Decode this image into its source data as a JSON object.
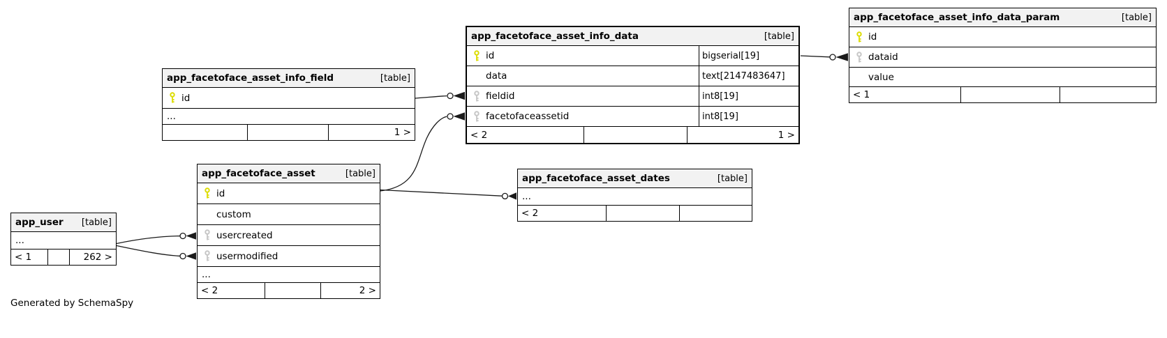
{
  "note": "Generated by SchemaSpy",
  "colors": {
    "header_bg": "#f2f2f2",
    "border": "#000000",
    "primary_key": "#dcdc00",
    "foreign_key": "#c6c6c6",
    "edge": "#1a1a1a",
    "background": "#ffffff"
  },
  "tables": {
    "info_field": {
      "name": "app_facetoface_asset_info_field",
      "tag": "[table]",
      "columns": [
        {
          "key": "pk",
          "name": "id"
        }
      ],
      "more": "...",
      "footer": [
        "",
        "",
        "1 >"
      ]
    },
    "info_data": {
      "name": "app_facetoface_asset_info_data",
      "tag": "[table]",
      "columns": [
        {
          "key": "pk",
          "name": "id",
          "type": "bigserial[19]"
        },
        {
          "key": "",
          "name": "data",
          "type": "text[2147483647]"
        },
        {
          "key": "fk",
          "name": "fieldid",
          "type": "int8[19]"
        },
        {
          "key": "fk",
          "name": "facetofaceassetid",
          "type": "int8[19]"
        }
      ],
      "footer": [
        "< 2",
        "",
        "1 >"
      ]
    },
    "param": {
      "name": "app_facetoface_asset_info_data_param",
      "tag": "[table]",
      "columns": [
        {
          "key": "pk",
          "name": "id"
        },
        {
          "key": "fk",
          "name": "dataid"
        },
        {
          "key": "",
          "name": "value"
        }
      ],
      "footer": [
        "< 1",
        "",
        ""
      ]
    },
    "asset": {
      "name": "app_facetoface_asset",
      "tag": "[table]",
      "columns": [
        {
          "key": "pk",
          "name": "id"
        },
        {
          "key": "",
          "name": "custom"
        },
        {
          "key": "fk",
          "name": "usercreated"
        },
        {
          "key": "fk",
          "name": "usermodified"
        }
      ],
      "more": "...",
      "footer": [
        "< 2",
        "",
        "2 >"
      ]
    },
    "dates": {
      "name": "app_facetoface_asset_dates",
      "tag": "[table]",
      "more": "...",
      "footer": [
        "< 2",
        "",
        ""
      ]
    },
    "app_user": {
      "name": "app_user",
      "tag": "[table]",
      "more": "...",
      "footer": [
        "< 1",
        "",
        "262 >"
      ]
    }
  },
  "relationships": [
    {
      "parent": "app_facetoface_asset_info_field.id",
      "child": "app_facetoface_asset_info_data.fieldid"
    },
    {
      "parent": "app_facetoface_asset.id",
      "child": "app_facetoface_asset_info_data.facetofaceassetid"
    },
    {
      "parent": "app_facetoface_asset.id",
      "child": "app_facetoface_asset_dates"
    },
    {
      "parent": "app_facetoface_asset_info_data.id",
      "child": "app_facetoface_asset_info_data_param.dataid"
    },
    {
      "parent": "app_user",
      "child": "app_facetoface_asset.usercreated"
    },
    {
      "parent": "app_user",
      "child": "app_facetoface_asset.usermodified"
    }
  ]
}
